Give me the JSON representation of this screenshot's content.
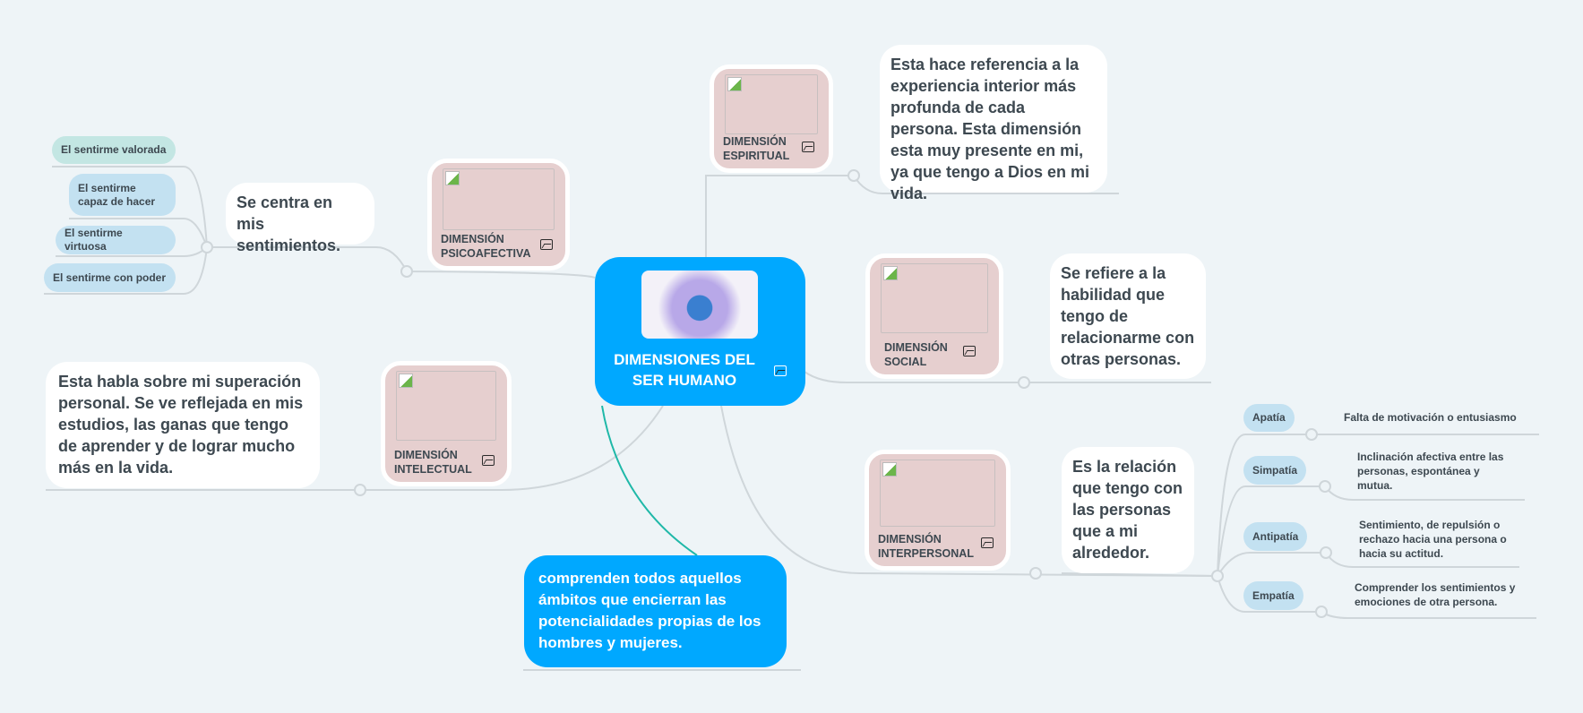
{
  "central": {
    "title_line1": "DIMENSIONES DEL",
    "title_line2": "SER HUMANO",
    "image": "people-around-globe"
  },
  "definition": "comprenden todos aquellos ámbitos que encierran las potencialidades propias de los hombres y mujeres.",
  "psicoafectiva": {
    "label_line1": "DIMENSIÓN",
    "label_line2": "PSICOAFECTIVA",
    "text": "Se centra en mis sentimientos.",
    "children": [
      "El sentirme valorada",
      "El sentirme capaz de hacer",
      "El sentirme virtuosa",
      "El sentirme con poder"
    ]
  },
  "intelectual": {
    "label_line1": "DIMENSIÓN",
    "label_line2": "INTELECTUAL",
    "text": "Esta habla sobre mi superación personal. Se ve reflejada en mis estudios, las ganas que tengo de aprender y de lograr mucho más en la vida."
  },
  "espiritual": {
    "label_line1": "DIMENSIÓN",
    "label_line2": "ESPIRITUAL",
    "text": "Esta hace referencia a la experiencia interior más profunda de cada persona. Esta dimensión esta muy presente en mi, ya que tengo a Dios en mi vida."
  },
  "social": {
    "label_line1": "DIMENSIÓN",
    "label_line2": "SOCIAL",
    "text": "Se refiere a la habilidad que tengo de relacionarme con otras personas."
  },
  "interpersonal": {
    "label_line1": "DIMENSIÓN",
    "label_line2": "INTERPERSONAL",
    "text": "Es la relación que tengo con las personas que a mi alrededor.",
    "children": [
      {
        "label": "Apatía",
        "desc": "Falta de motivación o entusiasmo"
      },
      {
        "label": "Simpatía",
        "desc": "Inclinación afectiva entre las personas, espontánea y mutua."
      },
      {
        "label": "Antipatía",
        "desc": "Sentimiento, de repulsión o rechazo hacia una persona o hacia su actitud."
      },
      {
        "label": "Empatía",
        "desc": "Comprender los sentimientos y emociones de otra persona."
      }
    ]
  },
  "colors": {
    "central": "#00a8ff",
    "dimension": "#e6cfcf",
    "pill": "#c3e1f1",
    "pill_alt": "#c3e6e3",
    "line": "#cfd6da",
    "teal": "#1fb8a8"
  }
}
